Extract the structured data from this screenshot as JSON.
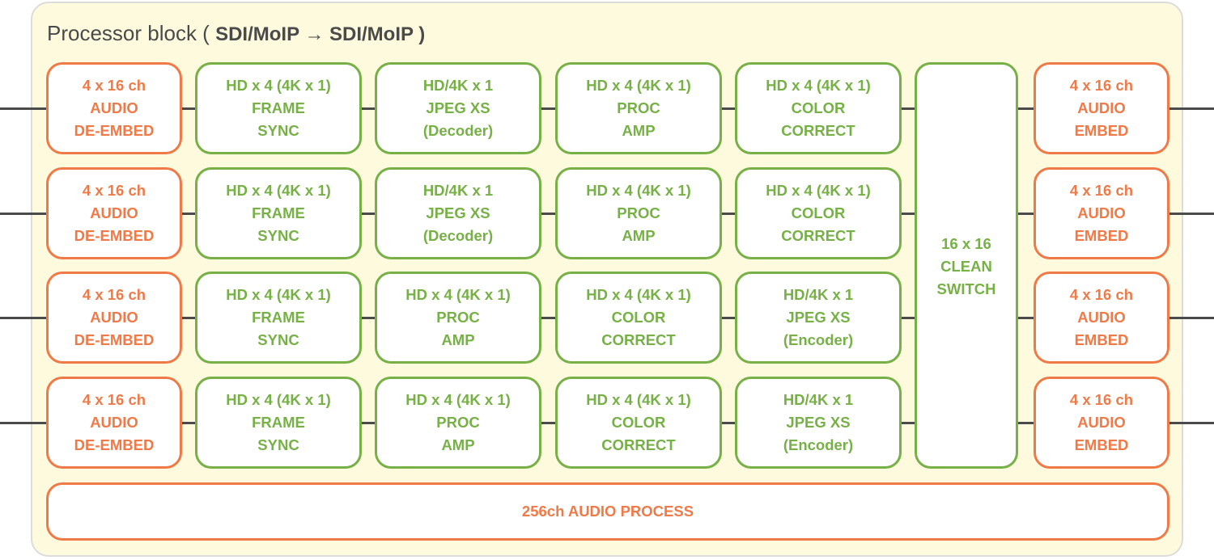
{
  "diagram": {
    "title_prefix": "Processor block ( ",
    "title_bold": "SDI/MoIP → SDI/MoIP",
    "title_suffix": " )",
    "colors": {
      "audio": "#ef7a48",
      "video": "#77b046",
      "background": "#fefadd",
      "line": "#4a4a4a"
    },
    "rows": [
      {
        "deembed": [
          "4 x 16 ch",
          "AUDIO",
          "DE-EMBED"
        ],
        "stages": [
          [
            "HD x 4 (4K x 1)",
            "FRAME",
            "SYNC"
          ],
          [
            "HD/4K x 1",
            "JPEG XS",
            "(Decoder)"
          ],
          [
            "HD x 4 (4K x 1)",
            "PROC",
            "AMP"
          ],
          [
            "HD x 4 (4K x 1)",
            "COLOR",
            "CORRECT"
          ]
        ],
        "embed": [
          "4 x 16 ch",
          "AUDIO",
          "EMBED"
        ]
      },
      {
        "deembed": [
          "4 x 16 ch",
          "AUDIO",
          "DE-EMBED"
        ],
        "stages": [
          [
            "HD x 4 (4K x 1)",
            "FRAME",
            "SYNC"
          ],
          [
            "HD/4K x 1",
            "JPEG XS",
            "(Decoder)"
          ],
          [
            "HD x 4 (4K x 1)",
            "PROC",
            "AMP"
          ],
          [
            "HD x 4 (4K x 1)",
            "COLOR",
            "CORRECT"
          ]
        ],
        "embed": [
          "4 x 16 ch",
          "AUDIO",
          "EMBED"
        ]
      },
      {
        "deembed": [
          "4 x 16 ch",
          "AUDIO",
          "DE-EMBED"
        ],
        "stages": [
          [
            "HD x 4 (4K x 1)",
            "FRAME",
            "SYNC"
          ],
          [
            "HD x 4 (4K x 1)",
            "PROC",
            "AMP"
          ],
          [
            "HD x 4 (4K x 1)",
            "COLOR",
            "CORRECT"
          ],
          [
            "HD/4K x 1",
            "JPEG XS",
            "(Encoder)"
          ]
        ],
        "embed": [
          "4 x 16 ch",
          "AUDIO",
          "EMBED"
        ]
      },
      {
        "deembed": [
          "4 x 16 ch",
          "AUDIO",
          "DE-EMBED"
        ],
        "stages": [
          [
            "HD x 4 (4K x 1)",
            "FRAME",
            "SYNC"
          ],
          [
            "HD x 4 (4K x 1)",
            "PROC",
            "AMP"
          ],
          [
            "HD x 4 (4K x 1)",
            "COLOR",
            "CORRECT"
          ],
          [
            "HD/4K x 1",
            "JPEG XS",
            "(Encoder)"
          ]
        ],
        "embed": [
          "4 x 16 ch",
          "AUDIO",
          "EMBED"
        ]
      }
    ],
    "switch": [
      "16 x 16",
      "CLEAN",
      "SWITCH"
    ],
    "audio_process": "256ch AUDIO PROCESS"
  }
}
